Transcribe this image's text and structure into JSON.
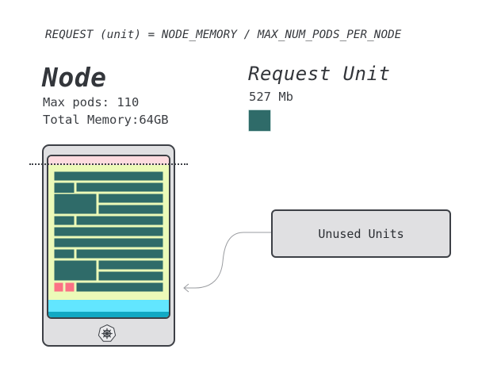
{
  "formula": "REQUEST (unit) = NODE_MEMORY / MAX_NUM_PODS_PER_NODE",
  "node": {
    "title": "Node",
    "max_pods_line": "Max pods: 110",
    "total_memory_line": "Total Memory:64GB",
    "max_pods": 110,
    "total_memory": "64GB"
  },
  "request_unit": {
    "title": "Request Unit",
    "size": "527 Mb",
    "swatch_color": "#2f6b69"
  },
  "device": {
    "footer_icon": "kubernetes-helm-icon",
    "screen_colors": {
      "reserved_top": "#fddbdf",
      "allocatable": "#ecfab8",
      "request_unit": "#2f6b69",
      "unused_unit": "#fb7185",
      "system": "#62e6ff",
      "system_dark": "#12a9c4"
    },
    "unused_units_count": 2
  },
  "callout": {
    "label": "Unused Units",
    "arrow_icon": "curved-arrow-left-icon"
  }
}
